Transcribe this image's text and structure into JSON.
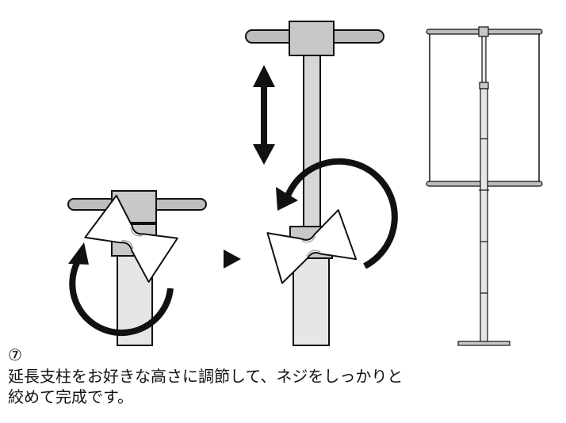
{
  "step": {
    "number": "⑦"
  },
  "instruction": {
    "line1": "延長支柱をお好きな高さに調節して、ネジをしっかりと",
    "line2": "絞めて完成です。"
  },
  "colors": {
    "outline": "#111111",
    "pole_fill": "#e6e6e6",
    "clamp_fill": "#c8c8c8",
    "crossbar_fill": "#bdbdbd",
    "arrow": "#111111"
  },
  "icons": {
    "rotate": "rotate-arrow-icon",
    "vertical_adjust": "double-arrow-vertical-icon",
    "next_step": "triangle-right-icon",
    "wing_screw": "wing-screw-icon"
  }
}
